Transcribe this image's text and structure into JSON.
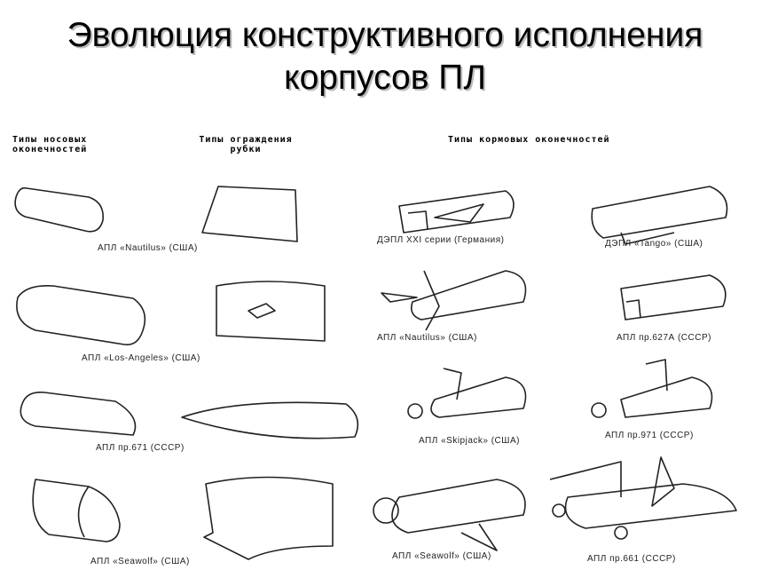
{
  "title": {
    "line1": "Эволюция конструктивного исполнения",
    "line2": "корпусов ПЛ"
  },
  "headers": {
    "bow": "Типы носовых оконечностей",
    "sail": "Типы ограждения рубки",
    "stern": "Типы кормовых оконечностей"
  },
  "captions": {
    "bow_sail": [
      "АПЛ «Nautilus» (США)",
      "АПЛ «Los-Angeles» (США)",
      "АПЛ пр.671 (СССР)",
      "АПЛ «Seawolf» (США)"
    ],
    "stern": [
      "ДЭПЛ XXI серии (Германия)",
      "ДЭПЛ «Tango» (США)",
      "АПЛ «Nautilus» (США)",
      "АПЛ пр.627А (СССР)",
      "АПЛ «Skipjack» (США)",
      "АПЛ пр.971 (СССР)",
      "АПЛ «Seawolf» (США)",
      "АПЛ пр.661 (СССР)"
    ]
  }
}
